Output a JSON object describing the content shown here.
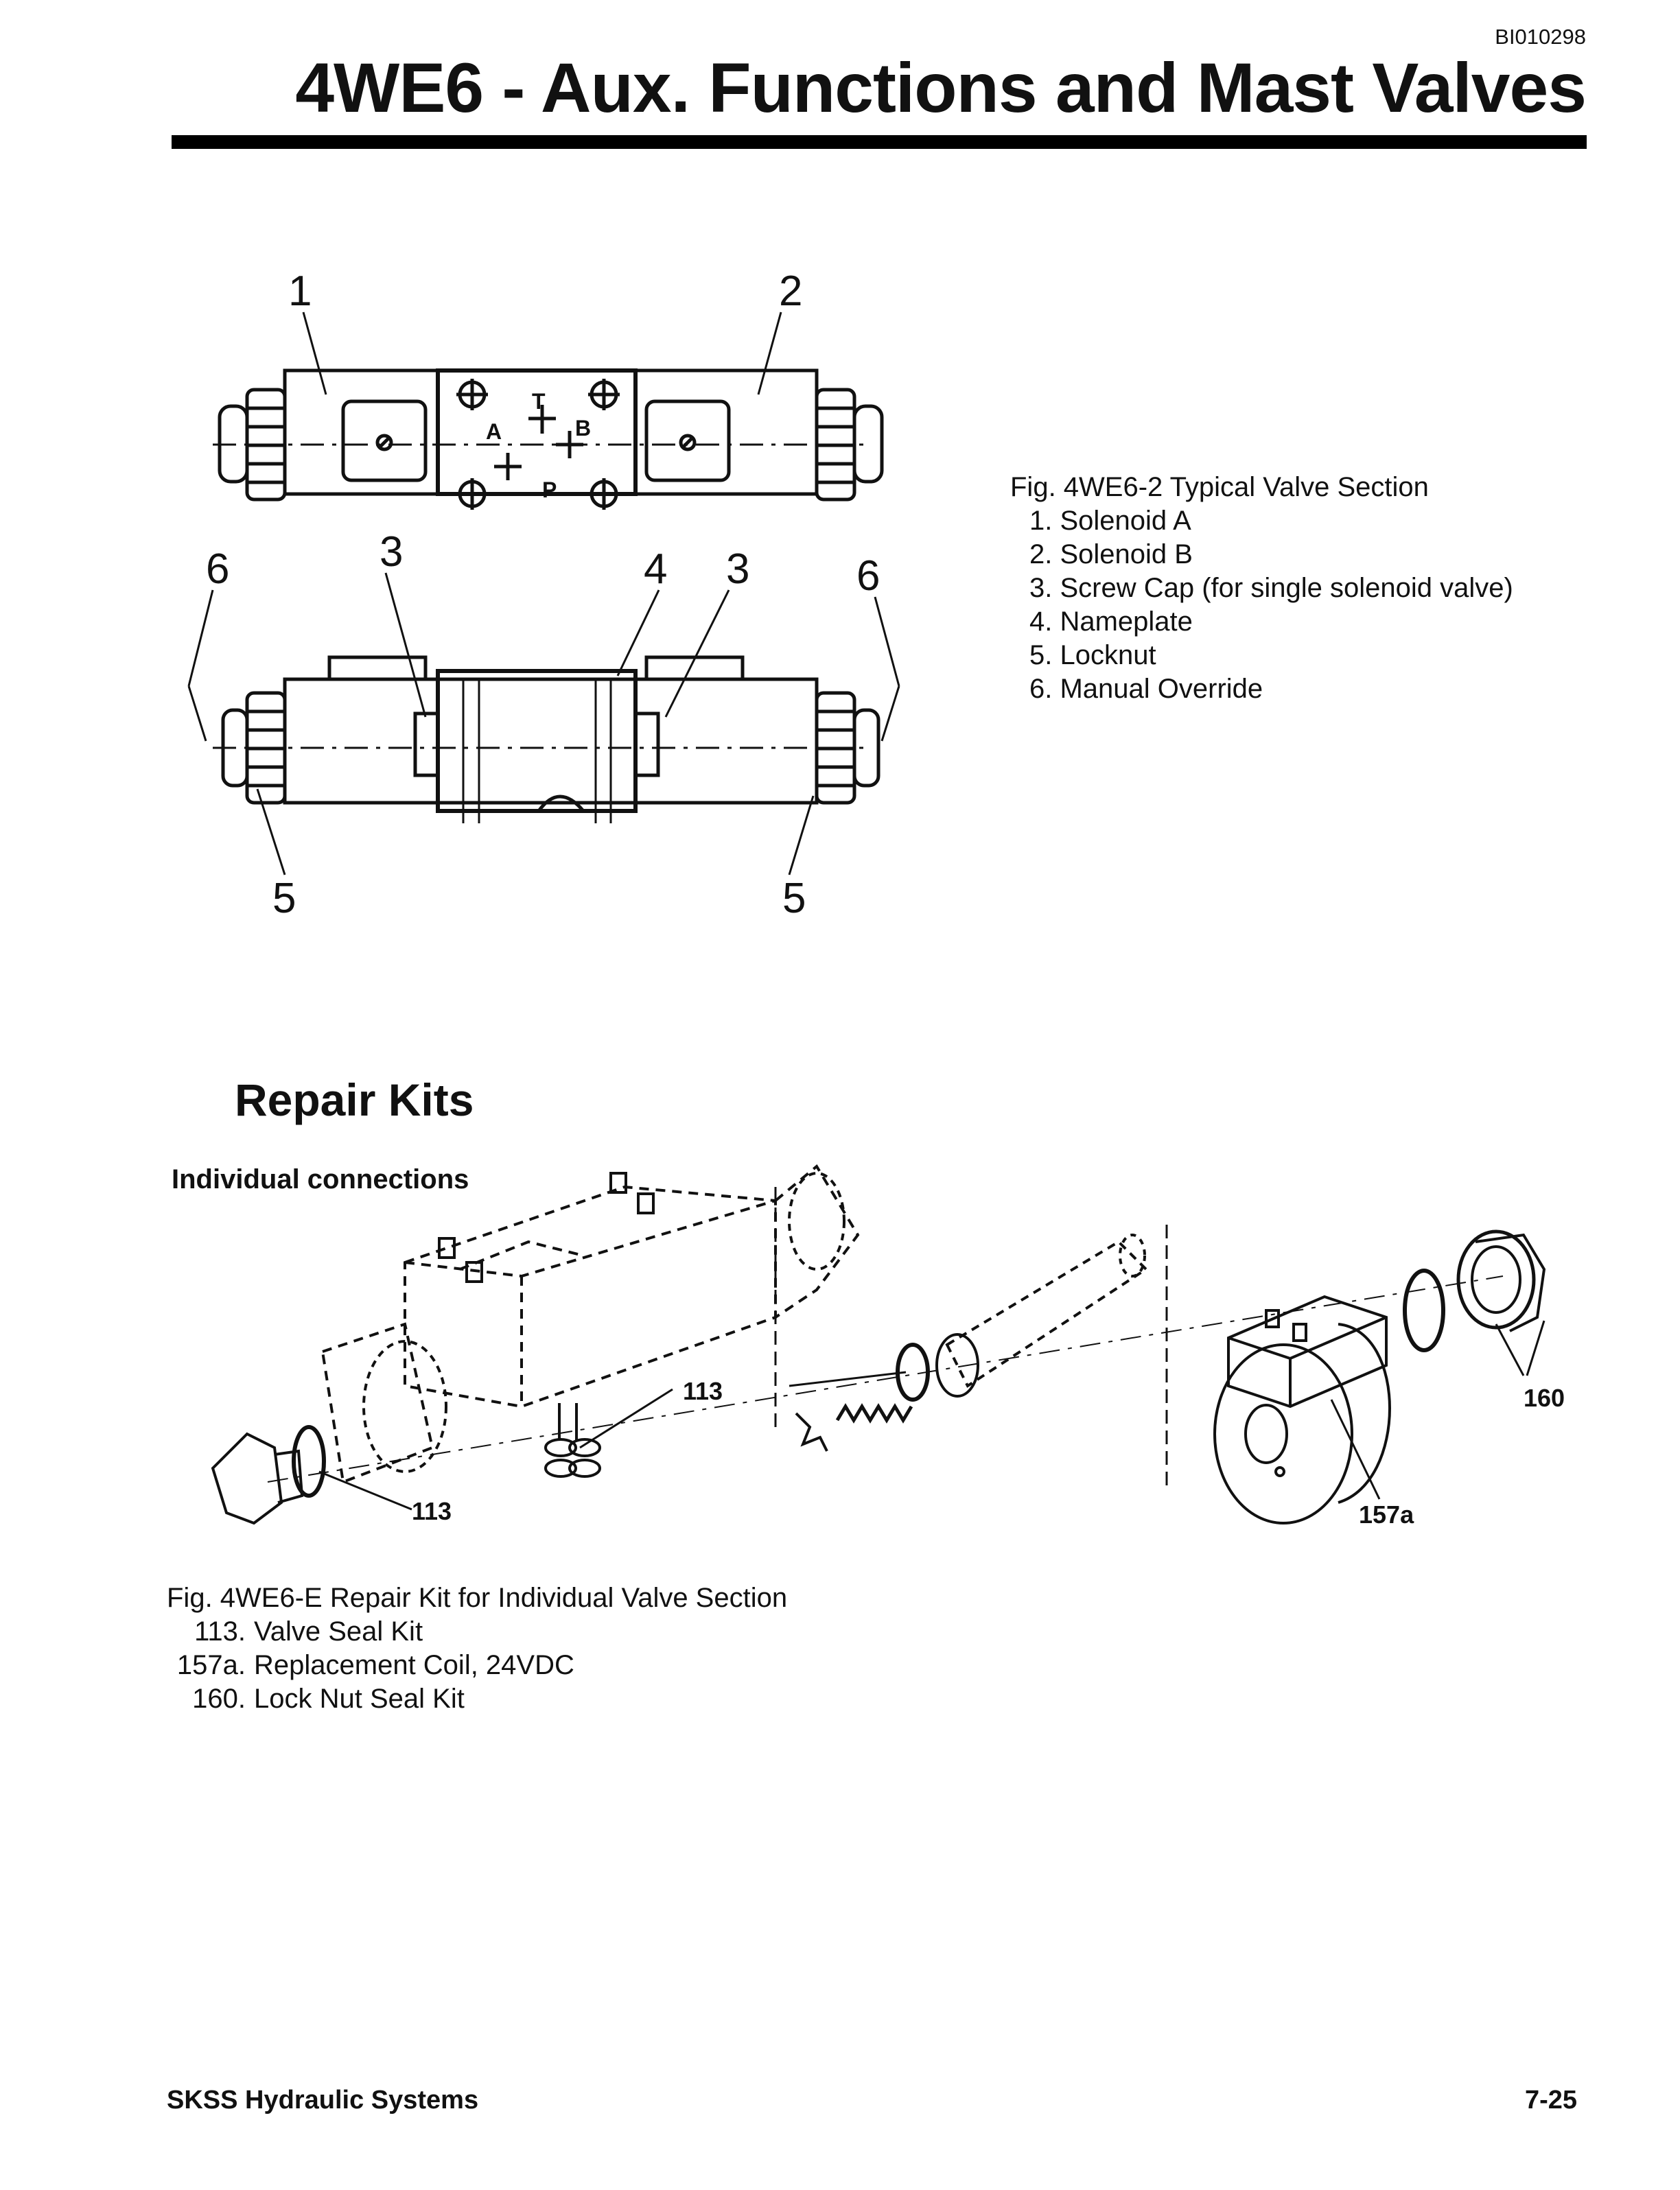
{
  "header": {
    "doc_id": "BI010298",
    "title": "4WE6 - Aux. Functions and Mast Valves"
  },
  "valve_figure": {
    "callouts": [
      "1",
      "2",
      "6",
      "3",
      "4",
      "3",
      "6",
      "5",
      "5"
    ],
    "port_labels": [
      "T",
      "A",
      "B",
      "P"
    ]
  },
  "valve_caption": {
    "title": "Fig. 4WE6-2  Typical Valve Section",
    "items": [
      "1. Solenoid A",
      "2. Solenoid B",
      "3. Screw Cap (for single solenoid valve)",
      "4. Nameplate",
      "5. Locknut",
      "6. Manual Override"
    ]
  },
  "repair": {
    "section_title": "Repair Kits",
    "subtitle": "Individual connections",
    "callouts": [
      "113",
      "113",
      "160",
      "157a"
    ]
  },
  "kit_caption": {
    "title": "Fig. 4WE6-E  Repair Kit for Individual Valve Section",
    "items": [
      {
        "num": "113.",
        "text": "Valve Seal Kit"
      },
      {
        "num": "157a.",
        "text": "Replacement Coil, 24VDC"
      },
      {
        "num": "160.",
        "text": "Lock Nut Seal Kit"
      }
    ]
  },
  "footer": {
    "left": "SKSS Hydraulic Systems",
    "right": "7-25"
  }
}
